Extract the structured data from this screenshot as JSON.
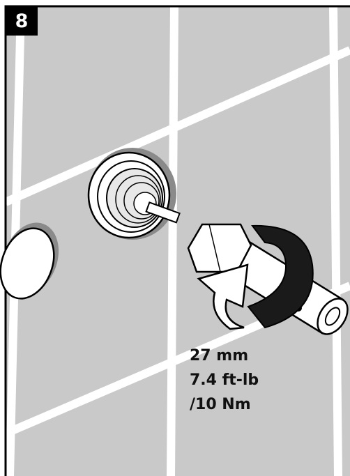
{
  "step": {
    "number": "8"
  },
  "specs": {
    "wrench_size": "27 mm",
    "torque_imperial": "7.4 ft-lb",
    "torque_metric": "/10 Nm"
  },
  "colors": {
    "wall_tile": "#c9c9c9",
    "grout": "#ffffff",
    "outline": "#000000",
    "shadow": "#8a8a8a",
    "badge": "#000000"
  }
}
